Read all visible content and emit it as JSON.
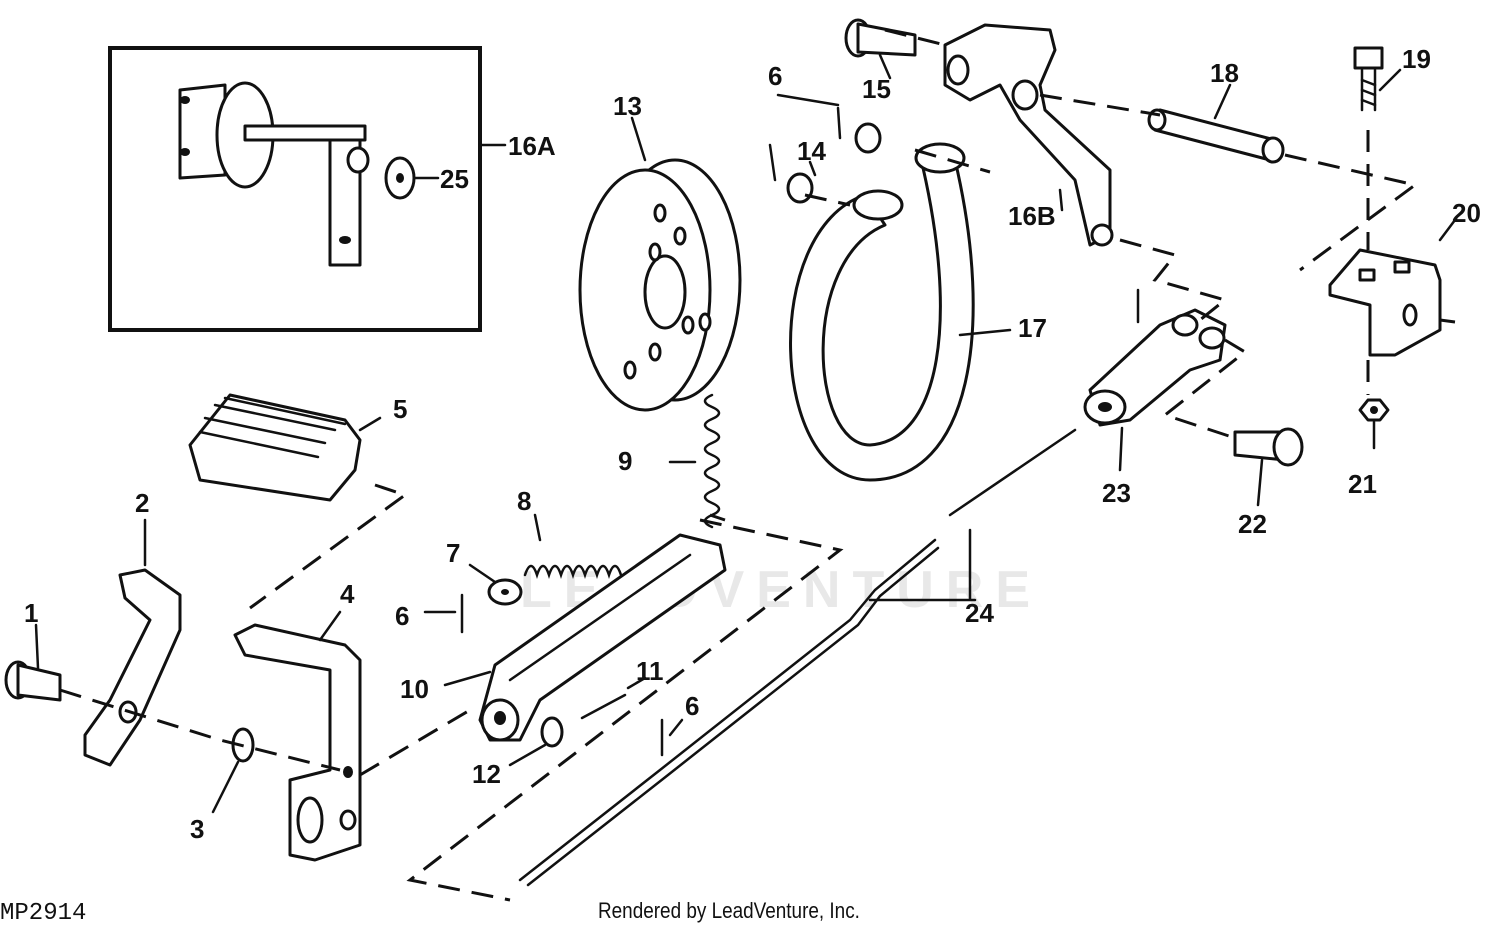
{
  "diagram": {
    "code": "MP2914",
    "credit": "Rendered by LeadVenture, Inc.",
    "watermark": "LEADVENTURE",
    "labels": {
      "p1": "1",
      "p2": "2",
      "p3": "3",
      "p4": "4",
      "p5": "5",
      "p6a": "6",
      "p6b": "6",
      "p6c": "6",
      "p7": "7",
      "p8": "8",
      "p9": "9",
      "p10": "10",
      "p11": "11",
      "p12": "12",
      "p13": "13",
      "p14": "14",
      "p15": "15",
      "p16a": "16A",
      "p16b": "16B",
      "p17": "17",
      "p18": "18",
      "p19": "19",
      "p20": "20",
      "p21": "21",
      "p22": "22",
      "p23": "23",
      "p24": "24",
      "p25": "25"
    }
  }
}
